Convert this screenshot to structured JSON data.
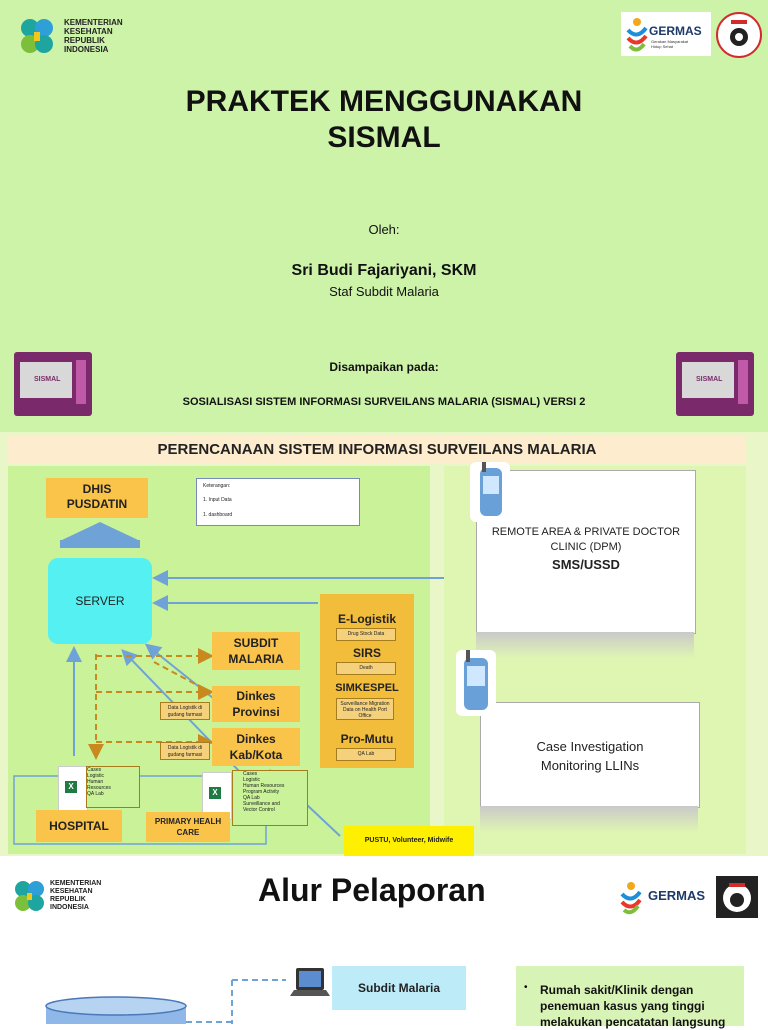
{
  "slide1": {
    "ministry_logo_text": [
      "KEMENTERIAN",
      "KESEHATAN",
      "REPUBLIK",
      "INDONESIA"
    ],
    "germas_word": "GERMAS",
    "germas_sub": [
      "Gerakan Masyarakat",
      "Hidup Sehat"
    ],
    "title_line1": "PRAKTEK MENGGUNAKAN",
    "title_line2": "SISMAL",
    "oleh": "Oleh:",
    "presenter": "Sri Budi Fajariyani, SKM",
    "role": "Staf Subdit Malaria",
    "disampaikan": "Disampaikan pada:",
    "event": "SOSIALISASI SISTEM INFORMASI SURVEILANS MALARIA (SISMAL) VERSI 2",
    "pc_label": "SISMAL"
  },
  "slide2": {
    "banner": "PERENCANAAN SISTEM INFORMASI SURVEILANS MALARIA",
    "dhis": "DHIS\nPUSDATIN",
    "server": "SERVER",
    "legend": {
      "title": "Keterangan:",
      "items": [
        "1.       Input Data",
        "1.       dashboard"
      ]
    },
    "subdit": "SUBDIT\nMALARIA",
    "dinkes_prov": "Dinkes\nProvinsi",
    "dinkes_kab": "Dinkes\nKab/Kota",
    "data_logistik_1": "Data Logistik di gudang farmasi",
    "data_logistik_2": "Data Logistik di gudang farmasi",
    "elogistik": "E-Logistik",
    "elogistik_sub": "Drug Stock Data",
    "sirs": "SIRS",
    "sirs_sub": "Death",
    "simkespel": "SIMKESPEL",
    "simkespel_sub": "Surveillance Migration Data on Health Port Office",
    "promutu": "Pro-Mutu",
    "promutu_sub": "QA Lab",
    "hospital": "HOSPITAL",
    "hospital_list": [
      "Cases",
      "Logistic",
      "Human",
      "Resources",
      "QA Lab"
    ],
    "phc": "PRIMARY HEALH\nCARE",
    "phc_list": [
      "Cases",
      "Logistic",
      "Human Resources",
      "Program Activity",
      "QA Lab",
      "Surveillance and",
      "Vector Control"
    ],
    "pustu": "PUSTU, Volunteer, Midwife",
    "remote_line1": "REMOTE AREA & PRIVATE DOCTOR",
    "remote_line2": "CLINIC (DPM)",
    "remote_sms": "SMS/USSD",
    "case_line1": "Case Investigation",
    "case_line2": "Monitoring LLINs"
  },
  "slide3": {
    "ministry_logo_text": [
      "KEMENTERIAN",
      "KESEHATAN",
      "REPUBLIK",
      "INDONESIA"
    ],
    "title": "Alur Pelaporan",
    "germas_word": "GERMAS",
    "subdit": "Subdit Malaria",
    "bullet_lines": [
      "Rumah sakit/Klinik dengan",
      "penemuan kasus yang tinggi",
      "melakukan pencatatan langsung"
    ]
  },
  "colors": {
    "slide_bg": "#cdf3a9",
    "orange": "#fac34a",
    "server": "#55f0f2",
    "arrow_blue": "#6fa3d8",
    "arrow_dash": "#c8891e",
    "legend_red": "#c00000"
  },
  "icons": [
    "kemenkes-logo-icon",
    "germas-logo-icon",
    "badge-icon",
    "computer-icon",
    "phone-icon",
    "excel-icon",
    "laptop-icon",
    "database-icon"
  ]
}
